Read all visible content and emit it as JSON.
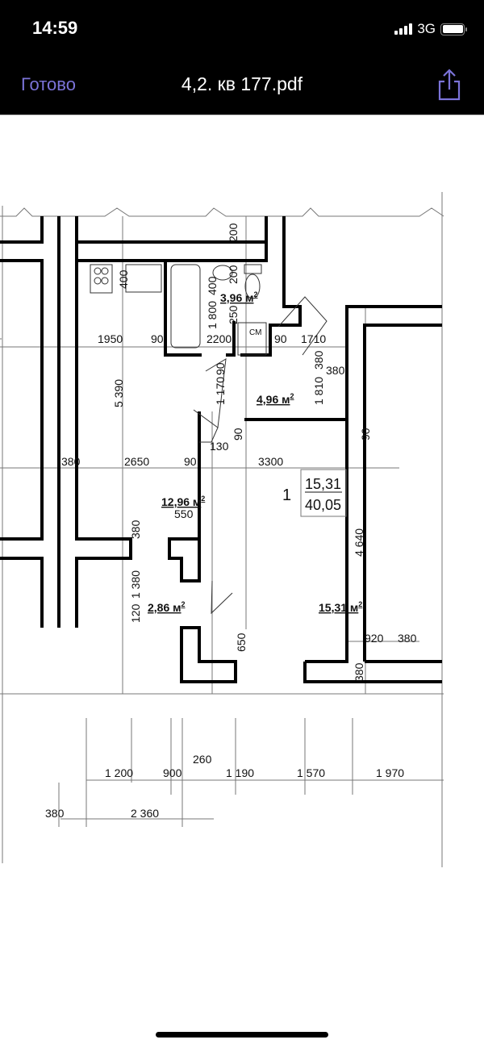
{
  "status_bar": {
    "time": "14:59",
    "network": "3G",
    "battery_level": 1.0
  },
  "nav": {
    "done_label": "Готово",
    "title": "4,2. кв 177.pdf",
    "share_icon": "share-icon"
  },
  "colors": {
    "accent": "#7b73d8",
    "bar_bg": "#000000"
  },
  "plan": {
    "apartment_number": "1",
    "living_area": "15,31",
    "total_area": "40,05",
    "rooms": {
      "bathroom": "3,96 м",
      "hall": "4,96 м",
      "kitchen": "12,96 м",
      "balcony": "2,86 м",
      "living": "15,31 м",
      "sup": "2"
    },
    "closet_label": "СМ",
    "dims": {
      "d200a": "200",
      "d400a": "400",
      "d400b": "400",
      "d200b": "200",
      "d1800": "1 800",
      "d250": "250",
      "d1950": "1950",
      "d90a": "90",
      "d2200": "2200",
      "d90b": "90",
      "d1710": "1710",
      "d380a": "380",
      "d1810": "1 810",
      "d380b": "380",
      "d5390": "5 390",
      "d90c": "90",
      "d1170": "1 170",
      "d90d": "90",
      "d130": "130",
      "d90e": "90",
      "d380c": "380",
      "d2650": "2650",
      "d90f": "90",
      "d3300": "3300",
      "d550": "550",
      "d380d": "380",
      "d4640": "4 640",
      "d1380": "1 380",
      "d120": "120",
      "d650": "650",
      "d920": "920",
      "d380e": "380",
      "d380f": "380",
      "b1200": "1 200",
      "b900": "900",
      "b260": "260",
      "b1190": "1 190",
      "b1570": "1 570",
      "b1970": "1 970",
      "b380": "380",
      "b2360": "2 360"
    }
  }
}
